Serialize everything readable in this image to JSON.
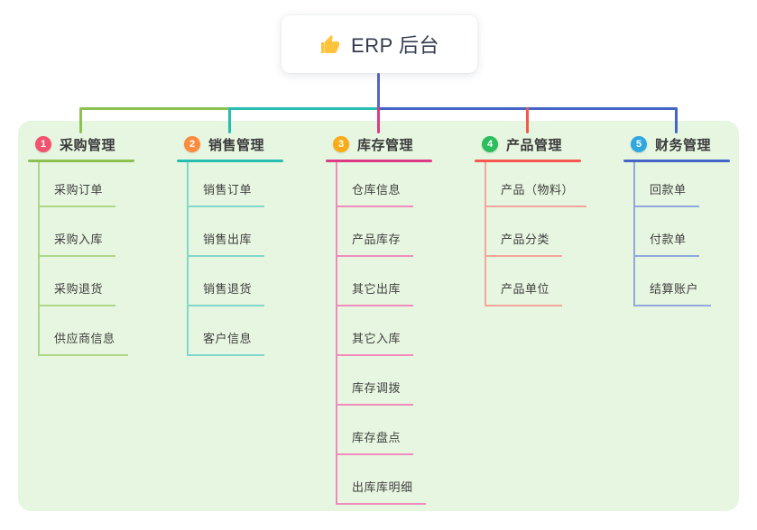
{
  "root": {
    "icon": "thumbs-up",
    "label": "ERP 后台",
    "line_color": "#5566C3",
    "icon_color": "#FFC33C"
  },
  "panel": {
    "bg_color": "#E7F6E0"
  },
  "branches": [
    {
      "badge": "1",
      "label": "采购管理",
      "badge_color": "#F1536E",
      "line_color": "#8CC152",
      "child_line_color": "#AFD688",
      "children": [
        "采购订单",
        "采购入库",
        "采购退货",
        "供应商信息"
      ]
    },
    {
      "badge": "2",
      "label": "销售管理",
      "badge_color": "#FB8B3D",
      "line_color": "#27BDB0",
      "child_line_color": "#82D7CB",
      "children": [
        "销售订单",
        "销售出库",
        "销售退货",
        "客户信息"
      ]
    },
    {
      "badge": "3",
      "label": "库存管理",
      "badge_color": "#F9AC18",
      "line_color": "#DB3A85",
      "child_line_color": "#EF8CBC",
      "children": [
        "仓库信息",
        "产品库存",
        "其它出库",
        "其它入库",
        "库存调拨",
        "库存盘点",
        "出库库明细"
      ]
    },
    {
      "badge": "4",
      "label": "产品管理",
      "badge_color": "#2CBE5E",
      "line_color": "#F3574E",
      "child_line_color": "#F6A49C",
      "children": [
        "产品（物料）",
        "产品分类",
        "产品单位"
      ]
    },
    {
      "badge": "5",
      "label": "财务管理",
      "badge_color": "#2FA8E1",
      "line_color": "#4565C6",
      "child_line_color": "#92A8DE",
      "children": [
        "回款单",
        "付款单",
        "结算账户"
      ]
    }
  ]
}
